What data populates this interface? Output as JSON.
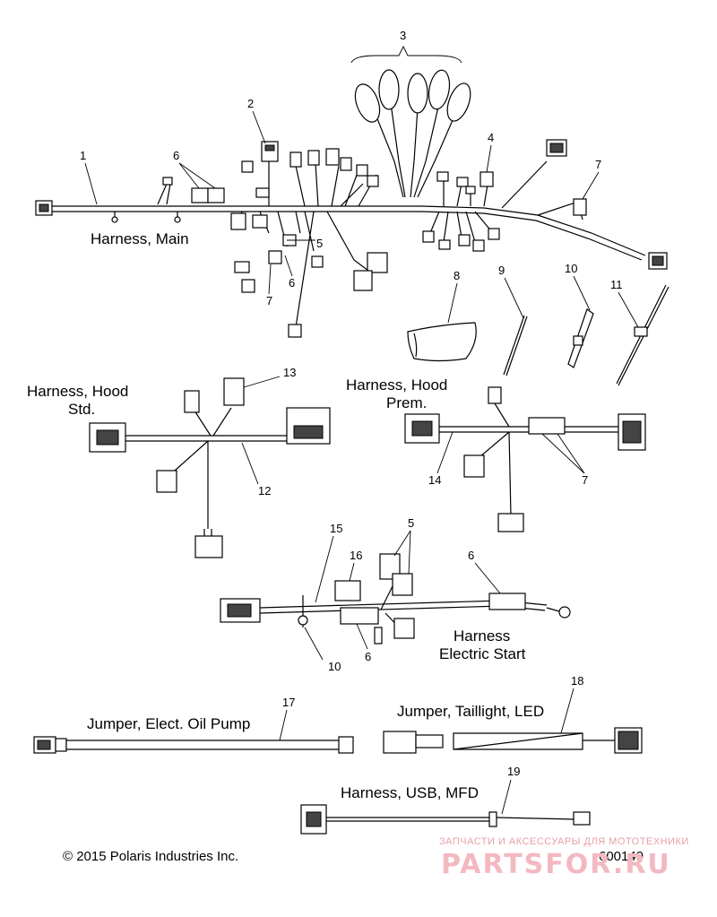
{
  "labels": {
    "harness_main": "Harness, Main",
    "harness_hood_std_1": "Harness, Hood",
    "harness_hood_std_2": "Std.",
    "harness_hood_prem_1": "Harness, Hood",
    "harness_hood_prem_2": "Prem.",
    "harness_electric_start_1": "Harness",
    "harness_electric_start_2": "Electric Start",
    "jumper_oil_pump": "Jumper, Elect. Oil Pump",
    "jumper_taillight": "Jumper, Taillight, LED",
    "harness_usb": "Harness, USB, MFD"
  },
  "callouts": {
    "c1": "1",
    "c2": "2",
    "c3": "3",
    "c4": "4",
    "c5a": "5",
    "c6a": "6",
    "c6b": "6",
    "c7a": "7",
    "c7b": "7",
    "c8": "8",
    "c9": "9",
    "c10a": "10",
    "c11": "11",
    "c12": "12",
    "c13": "13",
    "c14": "14",
    "c7c": "7",
    "c15": "15",
    "c16": "16",
    "c5b": "5",
    "c6c": "6",
    "c10b": "10",
    "c6d": "6",
    "c17": "17",
    "c18": "18",
    "c19": "19"
  },
  "footer": {
    "copyright": "© 2015 Polaris Industries Inc.",
    "diagram_code": "600149"
  },
  "watermark": {
    "tagline": "ЗАПЧАСТИ И АКСЕССУАРЫ ДЛЯ МОТОТЕХНИКИ",
    "site": "PARTSFOR.RU"
  }
}
